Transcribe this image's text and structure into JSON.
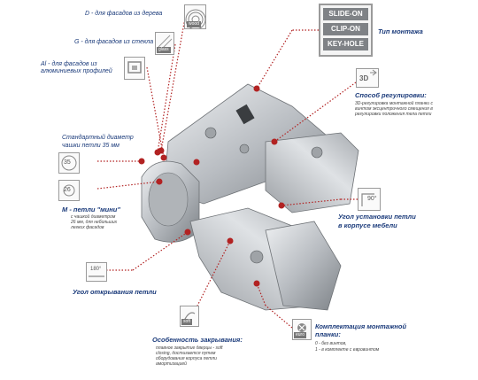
{
  "labels": {
    "wood": "D - для фасадов из дерева",
    "glass": "G - для фасадов из стекла",
    "alu_1": "Al - для фасадов из",
    "alu_2": "алюминиевых профилей",
    "mount_type": "Тип монтажа",
    "adjust_title": "Способ регулировки:",
    "adjust_1": "3D-регулировка монтажной планки с",
    "adjust_2": "винтом эксцентричного смещения в",
    "adjust_3": "регулировки положения тела петли",
    "cup_1": "Стандартный диаметр",
    "cup_2": "чашки петли 35 мм",
    "mini_1": "M - петли \"мини\"",
    "mini_2": "с чашкой диаметром",
    "mini_3": "26 мм, для небольших",
    "mini_4": "легких фасадов",
    "install_angle_1": "Угол установки петли",
    "install_angle_2": "в корпусе мебели",
    "open_angle": "Угол открывания петли",
    "closing_title": "Особенность закрывания:",
    "closing_1": "плавное закрытие дверцы - soft",
    "closing_2": "closing, достигается путем",
    "closing_3": "оборудования корпуса петли",
    "closing_4": "амортизацией",
    "kit_title_1": "Комплектация монтажной",
    "kit_title_2": "планки:",
    "kit_1": "0 - без винтов,",
    "kit_2": "1 - в комплекте с евровинтом"
  },
  "mount_options": [
    "SLIDE-ON",
    "CLIP-ON",
    "KEY-HOLE"
  ],
  "icons": {
    "wood": "wood",
    "glass": "glass",
    "adjust": "3D",
    "cup35": "35",
    "cup26": "26",
    "angle90": "90°",
    "angle180": "180°",
    "soft": "soft",
    "euro": "euro"
  },
  "colors": {
    "accent": "#1a3a7a",
    "leader": "#b22222",
    "box_border": "#9a9a9a",
    "metal": "#c4c7cb"
  }
}
